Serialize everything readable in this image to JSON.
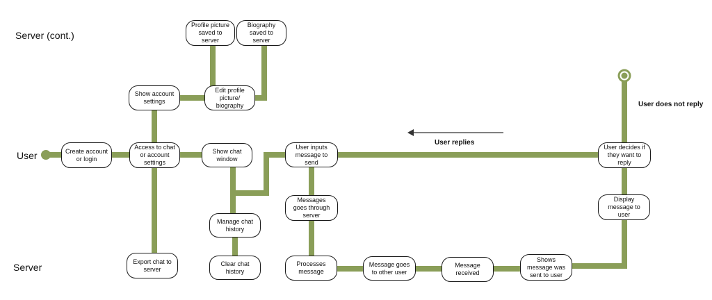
{
  "lanes": {
    "server_cont": "Server (cont.)",
    "user": "User",
    "server": "Server"
  },
  "notes": {
    "user_replies": "User replies",
    "user_does_not_reply": "User does not reply"
  },
  "colors": {
    "flow_line": "#8a9e58",
    "arrow": "#333333",
    "node_border": "#1a1a1a"
  },
  "nodes": {
    "create_account": "Create account\nor login",
    "access_chat": "Access to chat\nor account\nsettings",
    "show_account_settings": "Show account\nsettings",
    "edit_profile": "Edit profile\npicture/\nbiography",
    "profile_picture_saved": "Profile picture\nsaved to\nserver",
    "biography_saved": "Biography\nsaved to\nserver",
    "export_chat": "Export chat to\nserver",
    "show_chat_window": "Show chat\nwindow",
    "manage_chat_history": "Manage chat\nhistory",
    "clear_chat_history": "Clear chat\nhistory",
    "user_inputs_message": "User inputs\nmessage to\nsend",
    "messages_through_server": "Messages\ngoes through\nserver",
    "processes_message": "Processes\nmessage",
    "message_goes_other_user": "Message goes\nto other user",
    "message_received": "Message\nreceived",
    "shows_message_sent": "Shows\nmessage was\nsent to user",
    "display_message": "Display\nmessage to\nuser",
    "user_decides_reply": "User decides if\nthey want to\nreply"
  }
}
